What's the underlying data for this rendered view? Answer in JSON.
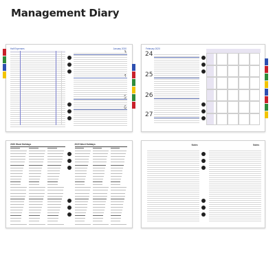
{
  "header": {
    "title": "Management Diary"
  },
  "colors": {
    "tab_blue": "#2d4fb0",
    "tab_red": "#c8202a",
    "tab_green": "#2e8b3a",
    "tab_yellow": "#f2c400",
    "accent_purple": "#6c7fc0"
  },
  "spread1": {
    "left_heading": "Half Expenses",
    "right_heading": "January 2020",
    "right_dates": [
      "3",
      "4",
      "5",
      "6"
    ]
  },
  "spread2": {
    "left_heading": "February 2020",
    "left_dates": [
      "24",
      "25",
      "26",
      "27"
    ]
  },
  "spread3": {
    "left_heading": "2020 Word Holidays",
    "right_heading": "2020 Word Holidays"
  },
  "spread4": {
    "left_heading": "Notes",
    "right_heading": "Notes"
  }
}
